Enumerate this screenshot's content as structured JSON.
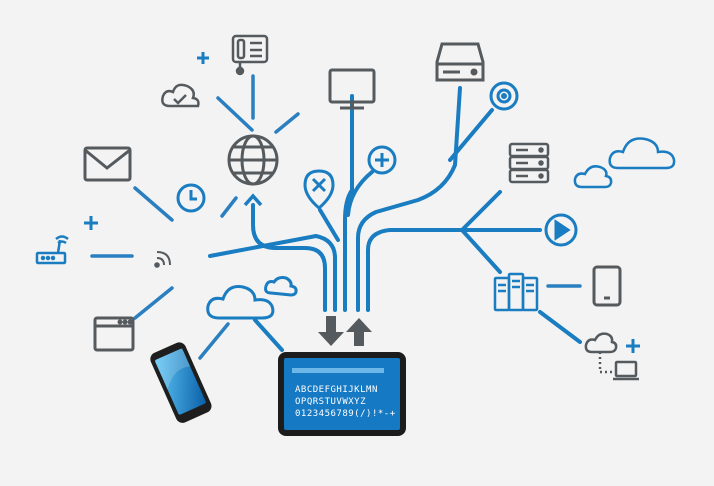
{
  "colors": {
    "blue": "#1a7cc1",
    "gray": "#555a5e",
    "background": "#f3f3f3",
    "screen": "#1679c4"
  },
  "tablet": {
    "lines": [
      "ABCDEFGHIJKLMN",
      "OPQRSTUVWXYZ",
      "0123456789(/)!*-+"
    ]
  },
  "icons": [
    "phone-icon",
    "plus-icon",
    "cloud-check-icon",
    "globe-icon",
    "monitor-icon",
    "hard-drive-icon",
    "target-icon",
    "mail-icon",
    "clock-icon",
    "close-pin-icon",
    "plus-circle-icon",
    "server-icon",
    "cloud-icon",
    "router-icon",
    "wifi-icon",
    "play-icon",
    "server-rack-icon",
    "tablet-icon",
    "browser-window-icon",
    "smartphone-icon",
    "upload-arrow-icon",
    "download-arrow-icon",
    "laptop-icon"
  ]
}
